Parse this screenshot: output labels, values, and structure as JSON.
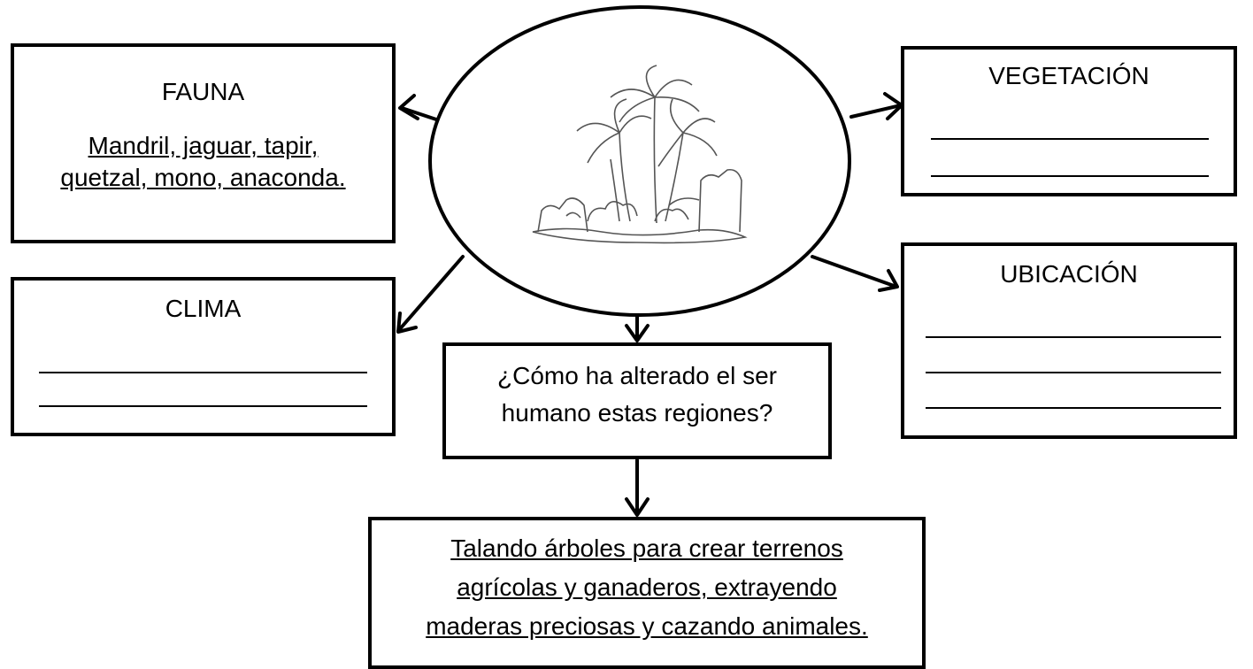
{
  "fauna": {
    "title": "FAUNA",
    "line1": "Mandril, jaguar, tapir,",
    "line2": "quetzal, mono, anaconda."
  },
  "clima": {
    "title": "CLIMA"
  },
  "vegetacion": {
    "title": "VEGETACIÓN"
  },
  "ubicacion": {
    "title": "UBICACIÓN"
  },
  "question": {
    "line1": "¿Cómo ha alterado el ser",
    "line2": "humano estas regiones?"
  },
  "answer": {
    "line1": "Talando árboles para crear terrenos",
    "line2": "agrícolas y ganaderos, extrayendo",
    "line3": "maderas preciosas y cazando animales."
  }
}
